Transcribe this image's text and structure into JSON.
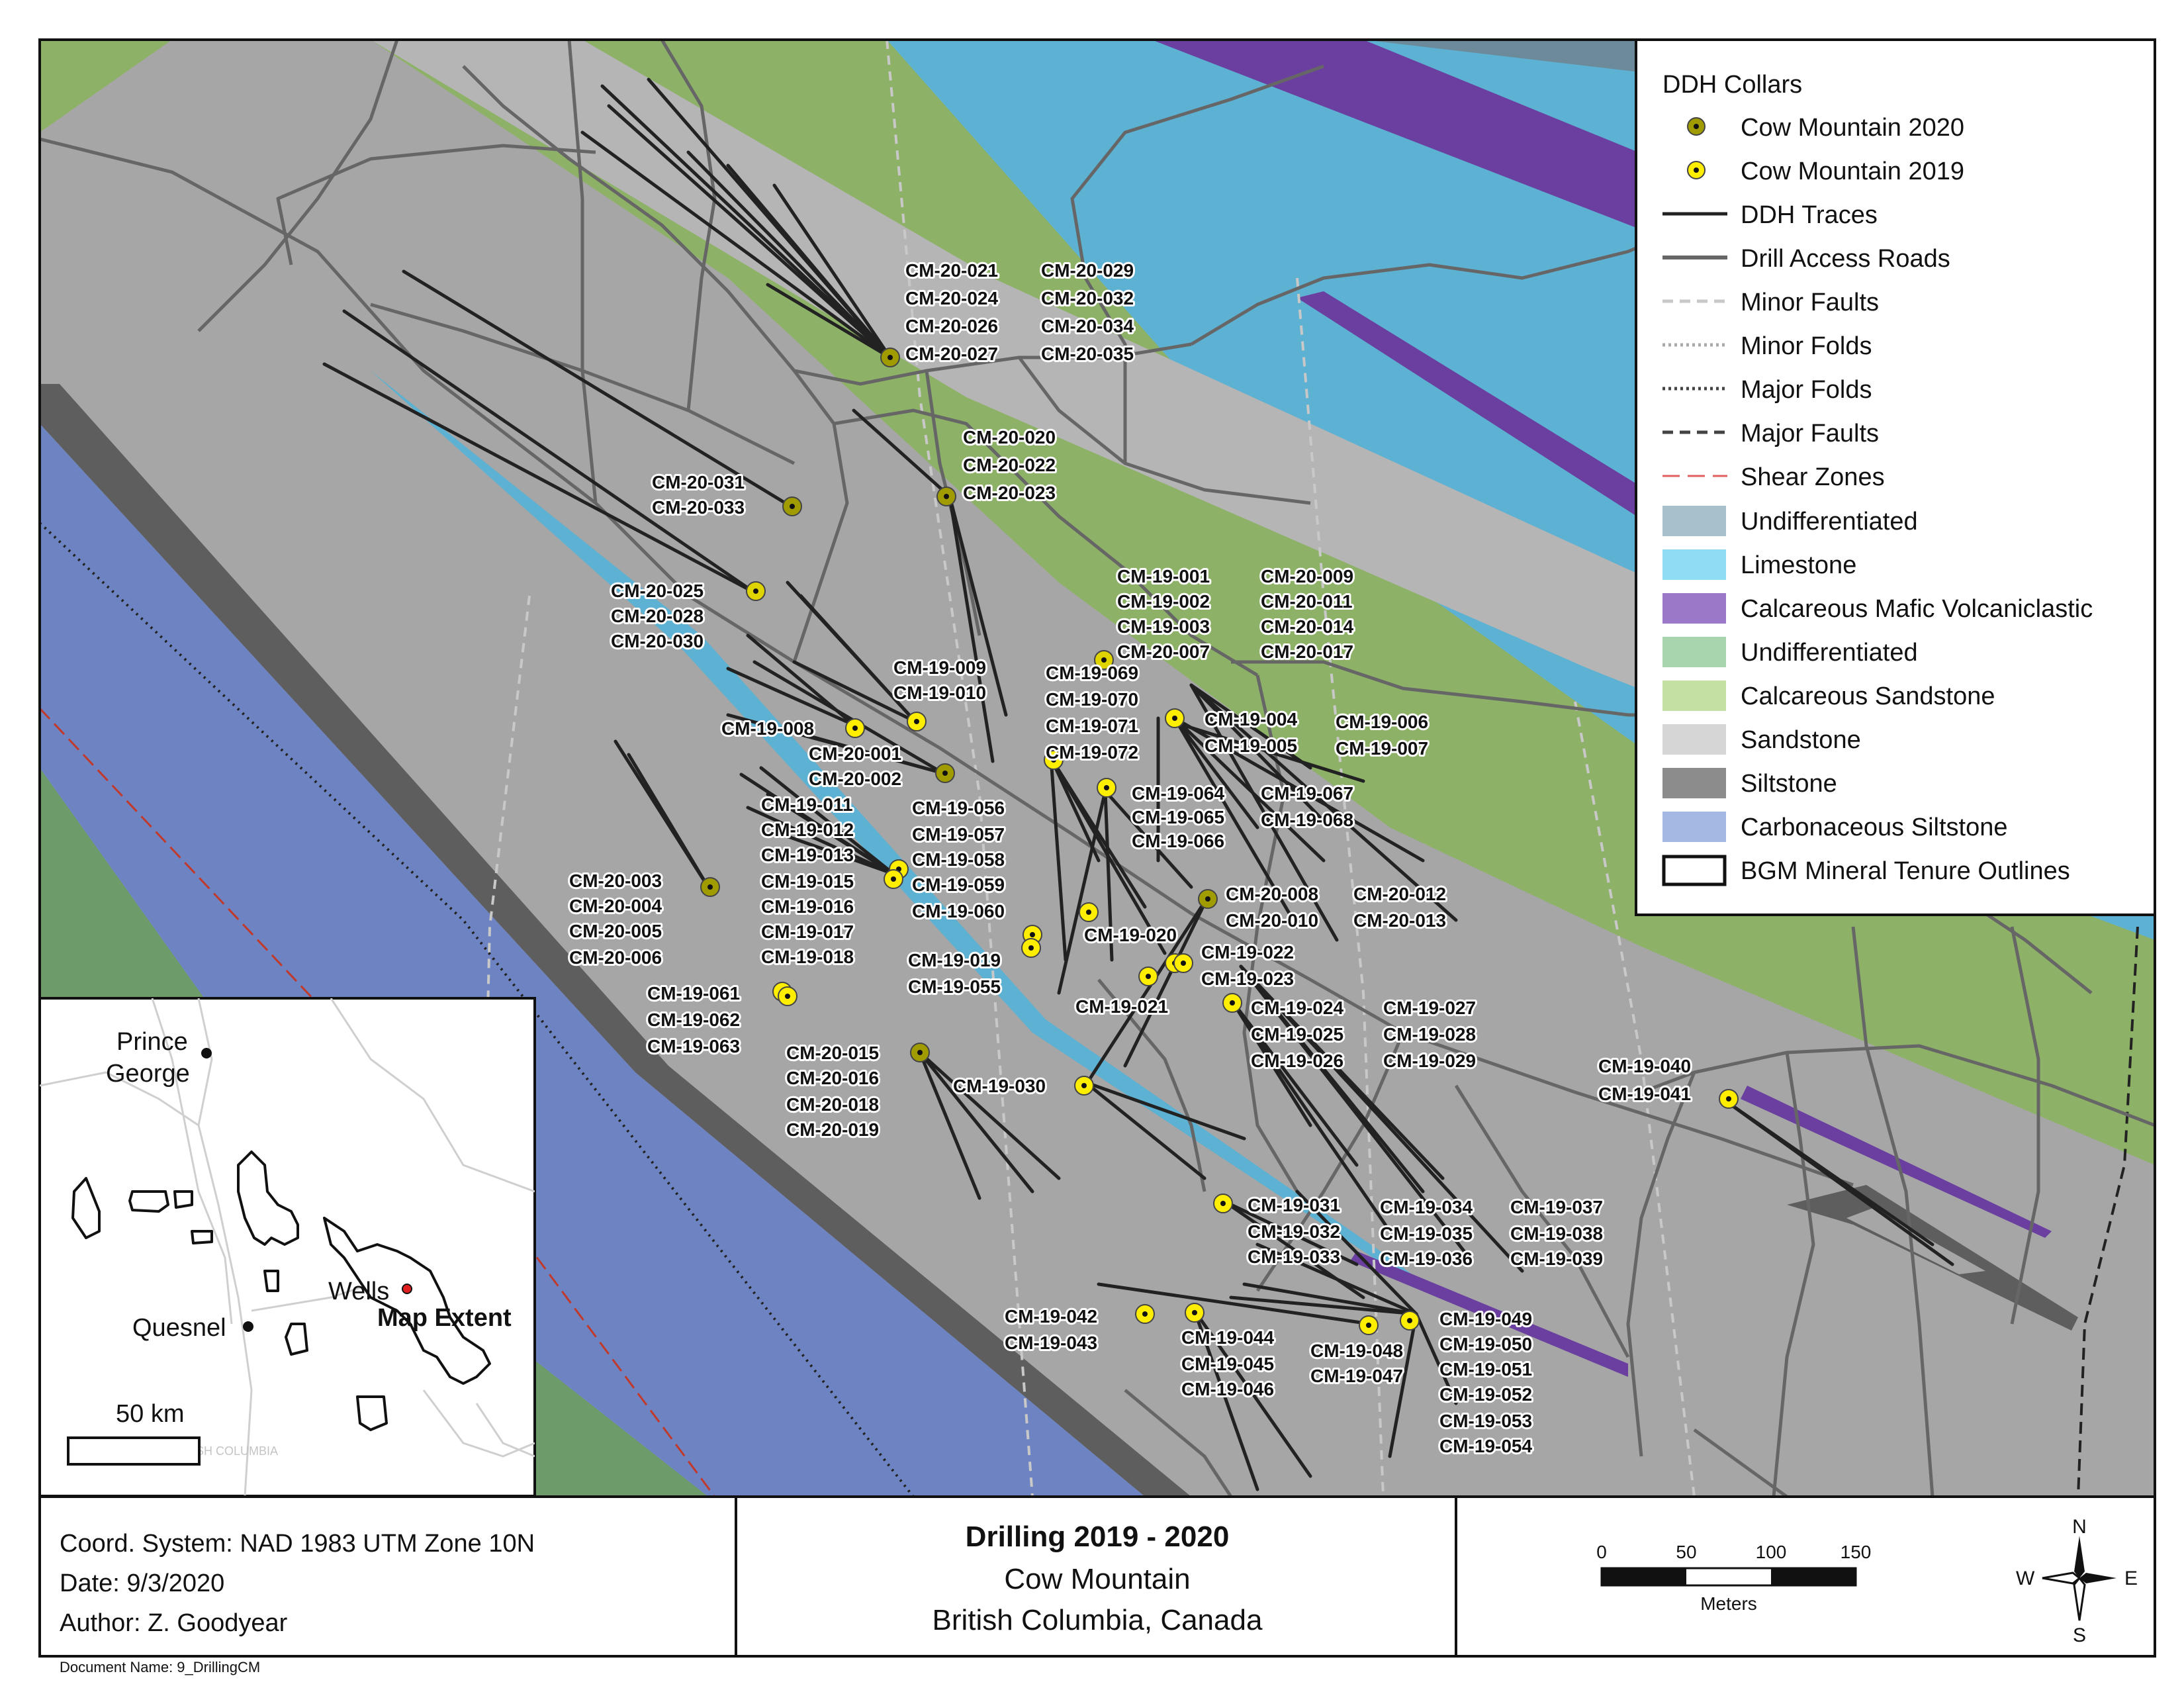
{
  "legend": {
    "heading": "DDH Collars",
    "items": [
      {
        "label": "Cow Mountain 2020",
        "kind": "collar-2020"
      },
      {
        "label": "Cow Mountain 2019",
        "kind": "collar-2019"
      },
      {
        "label": "DDH Traces",
        "kind": "line-trace"
      },
      {
        "label": "Drill Access Roads",
        "kind": "line-road"
      },
      {
        "label": "Minor Faults",
        "kind": "line-minor-fault"
      },
      {
        "label": "Minor Folds",
        "kind": "line-minor-fold"
      },
      {
        "label": "Major Folds",
        "kind": "line-major-fold"
      },
      {
        "label": "Major Faults",
        "kind": "line-major-fault"
      },
      {
        "label": "Shear Zones",
        "kind": "line-shear"
      },
      {
        "label": "Undifferentiated",
        "kind": "swatch",
        "color": "#a8bfcc"
      },
      {
        "label": "Limestone",
        "kind": "swatch",
        "color": "#8fdcf5"
      },
      {
        "label": "Calcareous Mafic Volcaniclastic",
        "kind": "swatch",
        "color": "#9b79c8"
      },
      {
        "label": "Undifferentiated",
        "kind": "swatch",
        "color": "#a8d4ae"
      },
      {
        "label": "Calcareous Sandstone",
        "kind": "swatch",
        "color": "#c4e0a2"
      },
      {
        "label": "Sandstone",
        "kind": "swatch",
        "color": "#d6d6d6"
      },
      {
        "label": "Siltstone",
        "kind": "swatch",
        "color": "#8c8c8c"
      },
      {
        "label": "Carbonaceous Siltstone",
        "kind": "swatch",
        "color": "#a4b8e4"
      },
      {
        "label": "BGM Mineral Tenure Outlines",
        "kind": "outline"
      }
    ]
  },
  "collars": [
    {
      "lines": [
        "CM-20-021",
        "CM-20-024",
        "CM-20-026",
        "CM-20-027"
      ],
      "lines2": [
        "CM-20-029",
        "CM-20-032",
        "CM-20-034",
        "CM-20-035"
      ],
      "type": "2020"
    },
    {
      "lines": [
        "CM-20-020",
        "CM-20-022",
        "CM-20-023"
      ],
      "type": "2020"
    },
    {
      "lines": [
        "CM-20-031",
        "CM-20-033"
      ],
      "type": "2020"
    },
    {
      "lines": [
        "CM-20-025",
        "CM-20-028",
        "CM-20-030"
      ],
      "type": "2019"
    },
    {
      "lines": [
        "CM-19-001",
        "CM-19-002",
        "CM-19-003",
        "CM-20-007"
      ],
      "lines2": [
        "CM-20-009",
        "CM-20-011",
        "CM-20-014",
        "CM-20-017"
      ],
      "type": "2019"
    },
    {
      "lines": [
        "CM-19-009",
        "CM-19-010"
      ],
      "type": "2019"
    },
    {
      "lines": [
        "CM-19-008"
      ],
      "type": "2019"
    },
    {
      "lines": [
        "CM-20-001",
        "CM-20-002"
      ],
      "type": "2020"
    },
    {
      "lines": [
        "CM-19-069",
        "CM-19-070",
        "CM-19-071",
        "CM-19-072"
      ],
      "type": "2019"
    },
    {
      "lines": [
        "CM-19-004",
        "CM-19-005"
      ],
      "lines2": [
        "CM-19-006",
        "CM-19-007"
      ],
      "type": "2019"
    },
    {
      "lines": [
        "CM-19-064",
        "CM-19-065",
        "CM-19-066"
      ],
      "lines2": [
        "CM-19-067",
        "CM-19-068"
      ],
      "type": "2019"
    },
    {
      "lines": [
        "CM-19-011",
        "CM-19-012",
        "CM-19-013",
        "CM-19-015",
        "CM-19-016",
        "CM-19-017",
        "CM-19-018"
      ],
      "type": "2019"
    },
    {
      "lines": [
        "CM-19-056",
        "CM-19-057",
        "CM-19-058",
        "CM-19-059",
        "CM-19-060"
      ],
      "type": "2019"
    },
    {
      "lines": [
        "CM-20-003",
        "CM-20-004",
        "CM-20-005",
        "CM-20-006"
      ],
      "type": "2020"
    },
    {
      "lines": [
        "CM-20-008",
        "CM-20-010"
      ],
      "lines2": [
        "CM-20-012",
        "CM-20-013"
      ],
      "type": "2020"
    },
    {
      "lines": [
        "CM-19-020"
      ],
      "type": "2019"
    },
    {
      "lines": [
        "CM-19-019",
        "CM-19-055"
      ],
      "type": "2019"
    },
    {
      "lines": [
        "CM-19-022",
        "CM-19-023"
      ],
      "type": "2019"
    },
    {
      "lines": [
        "CM-19-021"
      ],
      "type": "2019"
    },
    {
      "lines": [
        "CM-19-024",
        "CM-19-025",
        "CM-19-026"
      ],
      "lines2": [
        "CM-19-027",
        "CM-19-028",
        "CM-19-029"
      ],
      "type": "2019"
    },
    {
      "lines": [
        "CM-19-061",
        "CM-19-062",
        "CM-19-063"
      ],
      "type": "2019"
    },
    {
      "lines": [
        "CM-20-015",
        "CM-20-016",
        "CM-20-018",
        "CM-20-019"
      ],
      "type": "2020"
    },
    {
      "lines": [
        "CM-19-030"
      ],
      "type": "2019"
    },
    {
      "lines": [
        "CM-19-040",
        "CM-19-041"
      ],
      "type": "2019"
    },
    {
      "lines": [
        "CM-19-031",
        "CM-19-032",
        "CM-19-033"
      ],
      "lines2": [
        "CM-19-034",
        "CM-19-035",
        "CM-19-036"
      ],
      "lines3": [
        "CM-19-037",
        "CM-19-038",
        "CM-19-039"
      ],
      "type": "2019"
    },
    {
      "lines": [
        "CM-19-042",
        "CM-19-043"
      ],
      "type": "2019"
    },
    {
      "lines": [
        "CM-19-044",
        "CM-19-045",
        "CM-19-046"
      ],
      "type": "2019"
    },
    {
      "lines": [
        "CM-19-048",
        "CM-19-047"
      ],
      "type": "2019"
    },
    {
      "lines": [
        "CM-19-049",
        "CM-19-050",
        "CM-19-051",
        "CM-19-052",
        "CM-19-053",
        "CM-19-054"
      ],
      "type": "2019"
    }
  ],
  "inset": {
    "places": [
      "Prince George",
      "Quesnel",
      "Wells",
      "Map Extent"
    ],
    "scale_label": "50 km",
    "faint_label": "BRITISH COLUMBIA"
  },
  "footer": {
    "coord": "Coord. System: NAD 1983 UTM Zone 10N",
    "date": "Date: 9/3/2020",
    "author": "Author: Z. Goodyear",
    "title": "Drilling 2019 - 2020",
    "subtitle1": "Cow Mountain",
    "subtitle2": "British Columbia, Canada",
    "scale_ticks": [
      "0",
      "50",
      "100",
      "150"
    ],
    "scale_unit": "Meters",
    "north": "N",
    "south": "S",
    "east": "E",
    "west": "W",
    "document_name": "Document Name: 9_DrillingCM"
  },
  "colors": {
    "green": "#8fb368",
    "grey": "#a8a8a8",
    "lightgrey": "#c6c6c6",
    "blue": "#6f86c6",
    "cyan": "#5ab2d1",
    "purple": "#6a3fa0",
    "collar2019": "#ffee00",
    "collar2020": "#a09c00"
  }
}
